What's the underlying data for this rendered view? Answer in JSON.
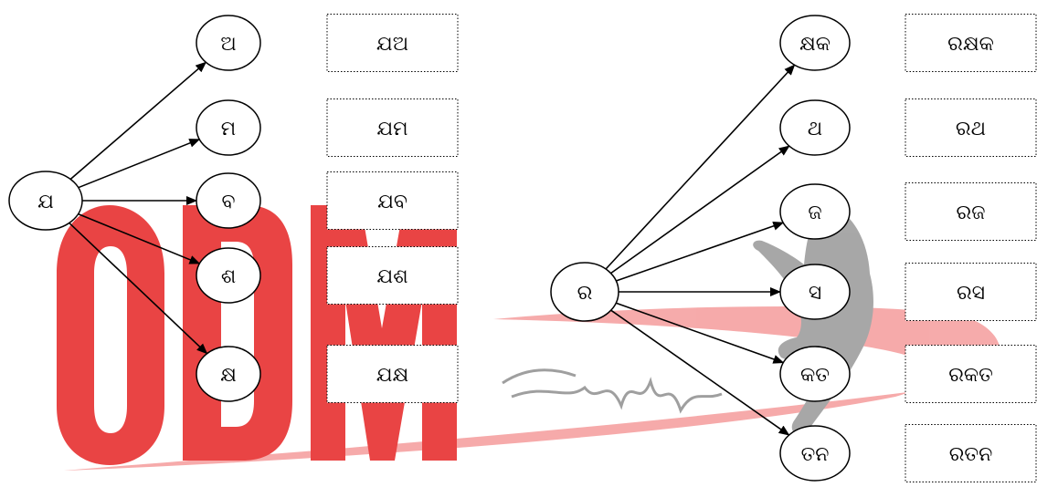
{
  "diagrams": [
    {
      "root": "ଯ",
      "branches": [
        {
          "suffix": "ଅ",
          "word": "ଯଅ"
        },
        {
          "suffix": "ମ",
          "word": "ଯମ"
        },
        {
          "suffix": "ବ",
          "word": "ଯବ"
        },
        {
          "suffix": "ଶ",
          "word": "ଯଶ"
        },
        {
          "suffix": "କ୍ଷ",
          "word": "ଯକ୍ଷ"
        }
      ]
    },
    {
      "root": "ର",
      "branches": [
        {
          "suffix": "କ୍ଷକ",
          "word": "ରକ୍ଷକ"
        },
        {
          "suffix": "ଥ",
          "word": "ରଥ"
        },
        {
          "suffix": "ଜ",
          "word": "ରଜ"
        },
        {
          "suffix": "ସ",
          "word": "ରସ"
        },
        {
          "suffix": "କତ",
          "word": "ରକତ"
        },
        {
          "suffix": "ତନ",
          "word": "ରତନ"
        }
      ]
    }
  ],
  "watermark": {
    "logo_text": "ODM",
    "colors": {
      "red": "#e83a3a",
      "pink": "#f6a6a6",
      "gray": "#9a9a9a"
    }
  }
}
